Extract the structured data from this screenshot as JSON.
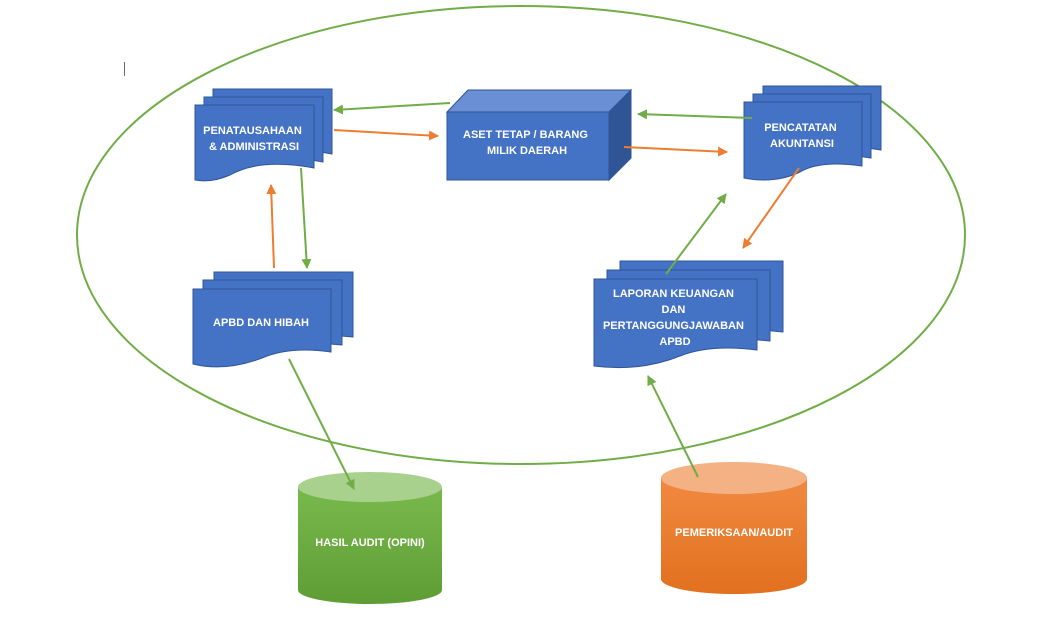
{
  "diagram": {
    "colors": {
      "doc_fill": "#4472c4",
      "doc_stroke": "#2f5597",
      "box_front": "#4472c4",
      "box_top": "#6a8fd4",
      "box_side": "#2f5597",
      "green": "#70ad47",
      "orange": "#ed7d31",
      "cyl_green_body": "#6aae3f",
      "cyl_green_top": "#a9d18e",
      "cyl_orange_body": "#ed7d31",
      "cyl_orange_top": "#f4b183"
    },
    "nodes": {
      "penatausahaan": {
        "lines": [
          "PENATAUSAHAAN",
          "& ADMINISTRASI"
        ]
      },
      "aset": {
        "lines": [
          "ASET TETAP / BARANG",
          "MILIK DAERAH"
        ]
      },
      "pencatatan": {
        "lines": [
          "PENCATATAN",
          "AKUNTANSI"
        ]
      },
      "apbd": {
        "lines": [
          "APBD DAN HIBAH"
        ]
      },
      "laporan": {
        "lines": [
          "LAPORAN KEUANGAN",
          "DAN",
          "PERTANGGUNGJAWABAN",
          "APBD"
        ]
      },
      "hasil_audit": {
        "lines": [
          "HASIL AUDIT (OPINI)"
        ]
      },
      "pemeriksaan": {
        "lines": [
          "PEMERIKSAAN/AUDIT"
        ]
      }
    },
    "edges": [
      {
        "from": "aset",
        "to": "penatausahaan",
        "color": "green"
      },
      {
        "from": "penatausahaan",
        "to": "aset",
        "color": "orange"
      },
      {
        "from": "pencatatan",
        "to": "aset",
        "color": "green"
      },
      {
        "from": "aset",
        "to": "pencatatan",
        "color": "orange"
      },
      {
        "from": "penatausahaan",
        "to": "apbd",
        "color": "green"
      },
      {
        "from": "apbd",
        "to": "penatausahaan",
        "color": "orange"
      },
      {
        "from": "pencatatan",
        "to": "laporan",
        "color": "orange"
      },
      {
        "from": "laporan",
        "to": "pencatatan",
        "color": "green"
      },
      {
        "from": "apbd",
        "to": "hasil_audit",
        "color": "green"
      },
      {
        "from": "pemeriksaan",
        "to": "laporan",
        "color": "green"
      }
    ]
  }
}
